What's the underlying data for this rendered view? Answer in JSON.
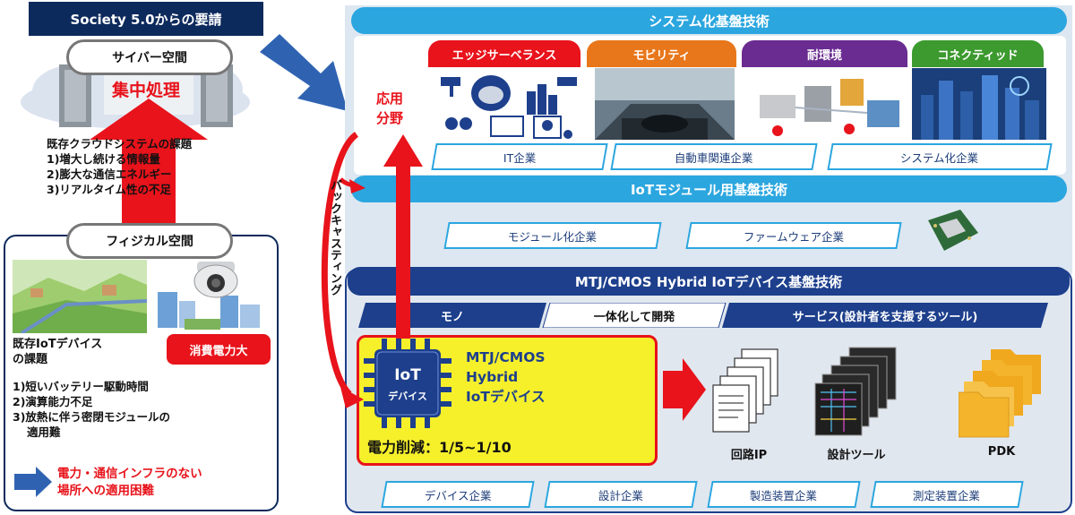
{
  "left": {
    "society_title": "Society 5.0からの要請",
    "cyber_space": "サイバー空間",
    "central_processing": "集中処理",
    "cloud_issues": {
      "title": "既存クラウドシステムの課題",
      "items": [
        "1)増大し続ける情報量",
        "2)膨大な通信エネルギー",
        "3)リアルタイム性の不足"
      ]
    },
    "physical_space": "フィジカル空間",
    "iot_issues": {
      "title": "既存IoTデバイスの課題",
      "items": [
        "1)短いバッテリー駆動時間",
        "2)演算能力不足",
        "3)放熱に伴う密閉モジュールの",
        "適用難"
      ]
    },
    "power_large": "消費電力大",
    "infra_lines": [
      "電力・通信インフラのない",
      "場所への適用困難"
    ]
  },
  "system": {
    "banner": "システム化基盤技術",
    "application_lines": [
      "応用",
      "分野"
    ],
    "categories": [
      {
        "label": "エッジサーベランス",
        "color": "#e8131b"
      },
      {
        "label": "モビリティ",
        "color": "#e8771b"
      },
      {
        "label": "耐環境",
        "color": "#6a2c91"
      },
      {
        "label": "コネクティッド",
        "color": "#3c9a2f"
      }
    ],
    "companies": [
      "IT企業",
      "自動車関連企業",
      "システム化企業"
    ]
  },
  "iot_module": {
    "banner": "IoTモジュール用基盤技術",
    "companies": [
      "モジュール化企業",
      "ファームウェア企業"
    ]
  },
  "backcasting": "バックキャスティング",
  "mtj": {
    "banner": "MTJ/CMOS Hybrid IoTデバイス基盤技術",
    "strip": {
      "left": "モノ",
      "middle": "一体化して開発",
      "right": "サービス(設計者を支援するツール)"
    },
    "chip_icon_lines": [
      "IoT",
      "デバイス"
    ],
    "chip_name_lines": [
      "MTJ/CMOS",
      "Hybrid",
      "IoTデバイス"
    ],
    "power_reduction": "電力削減：1/5~1/10",
    "tools": [
      "回路IP",
      "設計ツール",
      "PDK"
    ],
    "companies": [
      "デバイス企業",
      "設計企業",
      "製造装置企業",
      "測定装置企業"
    ]
  }
}
